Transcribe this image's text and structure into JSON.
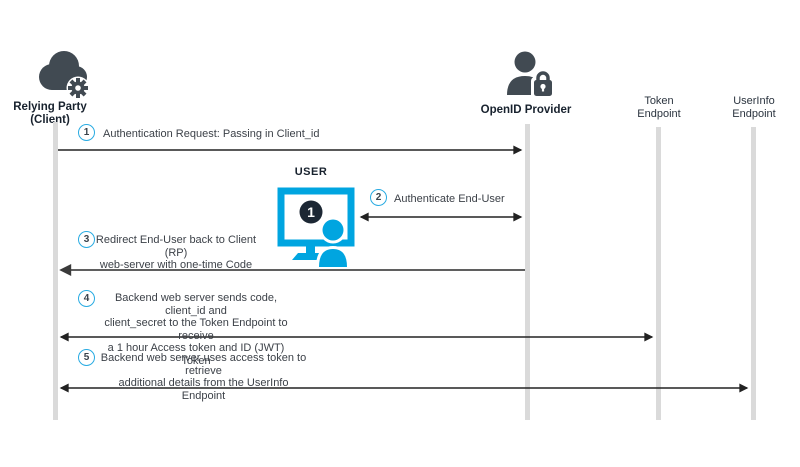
{
  "diagram": {
    "type": "sequence-diagram",
    "topic": "OpenID Connect authorization code flow"
  },
  "colors": {
    "accent_cyan": "#29abe2",
    "monitor_cyan": "#00a5e0",
    "icon_dark": "#414a52",
    "screen_badge_dark": "#1c2734",
    "lifeline_gray": "#dadada",
    "arrow_dark": "#222222",
    "label_dark": "#18222e"
  },
  "participants": {
    "relying_party": {
      "label": "Relying Party (Client)",
      "icon": "cloud-gear-icon"
    },
    "openid_provider": {
      "label": "OpenID Provider",
      "icon": "user-lock-icon"
    },
    "token_endpoint": {
      "line1": "Token",
      "line2": "Endpoint"
    },
    "userinfo_endpoint": {
      "line1": "UserInfo",
      "line2": "Endpoint"
    }
  },
  "user": {
    "label": "USER",
    "screen_badge": "1",
    "icon": "monitor-user-icon"
  },
  "steps": [
    {
      "number": "1",
      "lines": [
        "Authentication Request: Passing in Client_id"
      ]
    },
    {
      "number": "2",
      "lines": [
        "Authenticate End-User"
      ]
    },
    {
      "number": "3",
      "lines": [
        "Redirect End-User back to Client (RP)",
        "web-server with one-time Code"
      ]
    },
    {
      "number": "4",
      "lines": [
        "Backend web server sends code, client_id and",
        "client_secret to the Token Endpoint to receive",
        "a 1 hour Access token and ID (JWT) Token"
      ]
    },
    {
      "number": "5",
      "lines": [
        "Backend web server uses access token to retrieve",
        "additional details from the UserInfo Endpoint"
      ]
    }
  ]
}
